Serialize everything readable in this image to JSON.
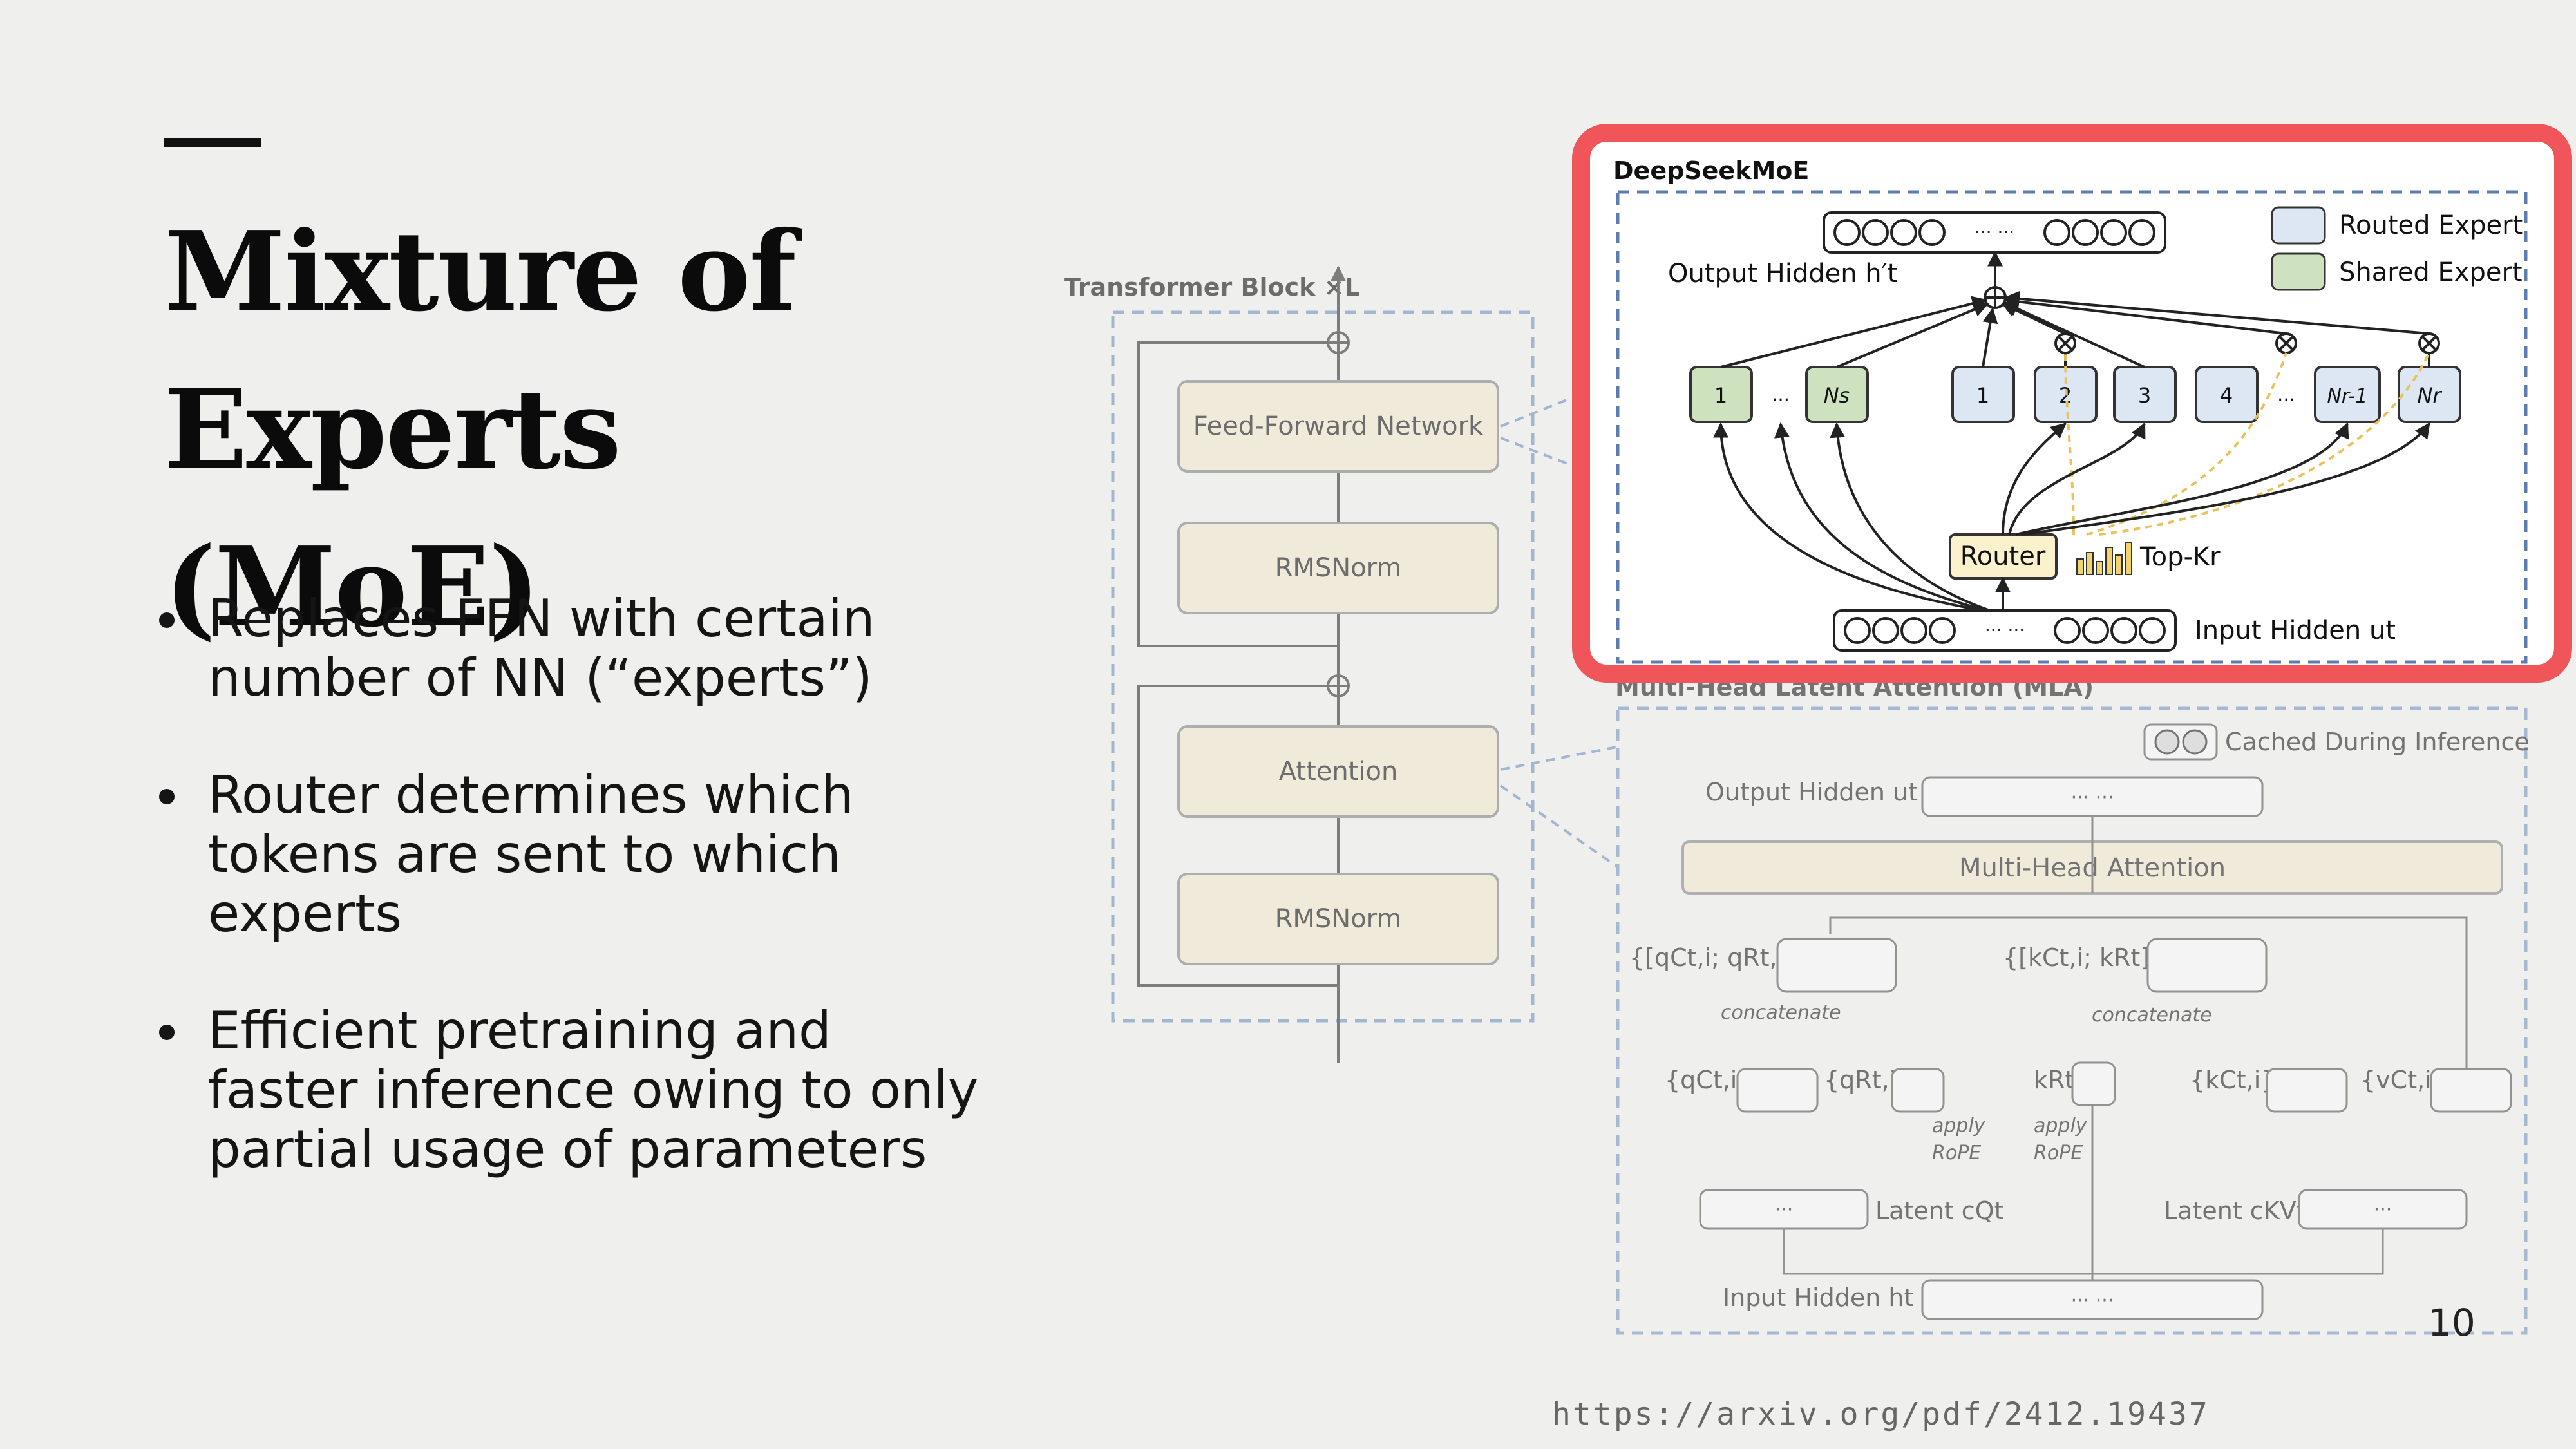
{
  "slide": {
    "title_line1": "Mixture of",
    "title_line2": "Experts (MoE)",
    "bullets": [
      "Replaces FFN with certain number of NN (“experts”)",
      "Router determines which tokens are sent to which experts",
      "Efficient pretraining and faster inference owing to only partial usage of parameters"
    ],
    "page_number": "10",
    "source": "https://arxiv.org/pdf/2412.19437"
  },
  "transformer": {
    "label": "Transformer Block ×L",
    "blocks": [
      "Feed-Forward Network",
      "RMSNorm",
      "Attention",
      "RMSNorm"
    ]
  },
  "moe": {
    "title": "DeepSeekMoE",
    "output_hidden": "Output Hidden h′t",
    "input_hidden": "Input Hidden ut",
    "legend_routed": "Routed Expert",
    "legend_shared": "Shared Expert",
    "router": "Router",
    "topk": "Top-Kr",
    "shared_experts": [
      "1",
      "…",
      "Ns"
    ],
    "routed_experts": [
      "1",
      "2",
      "3",
      "4",
      "…",
      "Nr-1",
      "Nr"
    ],
    "dots": "··· ···",
    "highlight_color": "#f0555a",
    "routed_color": "#dde7f3",
    "shared_color": "#cfe2bf"
  },
  "mla": {
    "title": "Multi-Head Latent Attention (MLA)",
    "cached": "Cached During Inference",
    "output_hidden": "Output Hidden ut",
    "mha": "Multi-Head Attention",
    "q_concat": "{[qCt,i; qRt,i]}",
    "k_concat": "{[kCt,i; kRt]}",
    "concatenate": "concatenate",
    "qc": "{qCt,i}",
    "qr": "{qRt,i}",
    "kr": "kRt",
    "kc": "{kCt,i}",
    "vc": "{vCt,i}",
    "apply": "apply",
    "rope": "RoPE",
    "latent_q": "Latent cQt",
    "latent_kv": "Latent cKVt",
    "input_hidden": "Input Hidden ht",
    "dots": "··· ···",
    "dots_short": "···"
  }
}
